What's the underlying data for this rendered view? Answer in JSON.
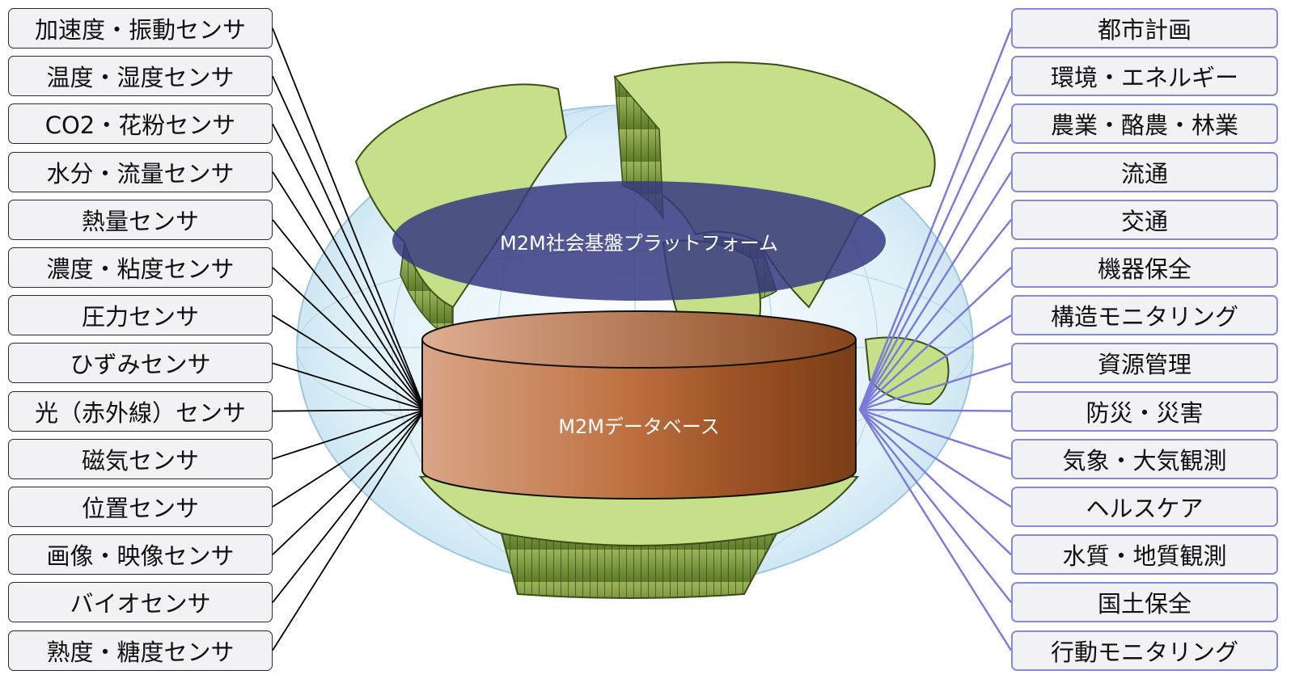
{
  "platform_label": "M2M社会基盤プラットフォーム",
  "database_label": "M2Mデータベース",
  "sensors": [
    "加速度・振動センサ",
    "温度・湿度センサ",
    "CO2・花粉センサ",
    "水分・流量センサ",
    "熱量センサ",
    "濃度・粘度センサ",
    "圧力センサ",
    "ひずみセンサ",
    "光（赤外線）センサ",
    "磁気センサ",
    "位置センサ",
    "画像・映像センサ",
    "バイオセンサ",
    "熟度・糖度センサ"
  ],
  "applications": [
    "都市計画",
    "環境・エネルギー",
    "農業・酪農・林業",
    "流通",
    "交通",
    "機器保全",
    "構造モニタリング",
    "資源管理",
    "防災・災害",
    "気象・大気観測",
    "ヘルスケア",
    "水質・地質観測",
    "国土保全",
    "行動モニタリング"
  ],
  "colors": {
    "left_line": "#000000",
    "right_line": "#7a7ad8",
    "platform_fill": "#363a80",
    "db_dark": "#7a3d17",
    "db_light": "#d8a487"
  }
}
